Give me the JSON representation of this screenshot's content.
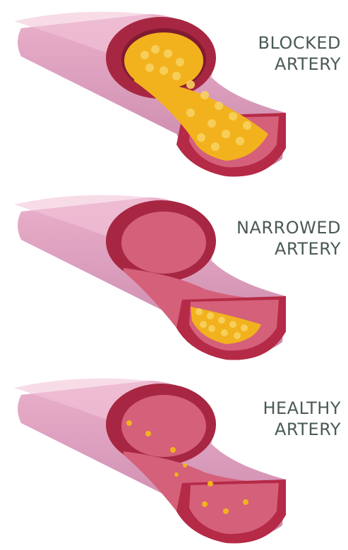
{
  "panels": [
    {
      "line1": "BLOCKED",
      "line2": "ARTERY",
      "state": "blocked"
    },
    {
      "line1": "NARROWED",
      "line2": "ARTERY",
      "state": "narrowed"
    },
    {
      "line1": "HEALTHY",
      "line2": "ARTERY",
      "state": "healthy"
    }
  ],
  "colors": {
    "tube_outer": "#e6a6c4",
    "tube_outer_shadow": "#c981a6",
    "wall": "#c0304c",
    "wall_dark": "#8f1e36",
    "lumen": "#d4607a",
    "lumen_light": "#e07e92",
    "plaque": "#f2b21e",
    "plaque_light": "#f8d260",
    "label": "#4a5a55"
  }
}
